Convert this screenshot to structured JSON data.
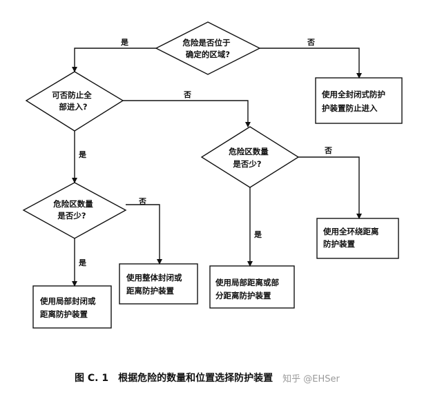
{
  "nodes": {
    "d1": {
      "lines": [
        "危险是否位于",
        "确定的区域?"
      ]
    },
    "d2": {
      "lines": [
        "可否防止全",
        "部进入?"
      ]
    },
    "d3": {
      "lines": [
        "危险区数量",
        "是否少?"
      ]
    },
    "d4": {
      "lines": [
        "危险区数量",
        "是否少?"
      ]
    },
    "b1": {
      "lines": [
        "使用全封闭式防护",
        "护装置防止进入"
      ]
    },
    "b2": {
      "lines": [
        "使用全环绕距离",
        "防护装置"
      ]
    },
    "b3": {
      "lines": [
        "使用局部封闭或",
        "距离防护装置"
      ]
    },
    "b4": {
      "lines": [
        "使用整体封闭或",
        "距离防护装置"
      ]
    },
    "b5": {
      "lines": [
        "使用局部距离或部",
        "分距离防护装置"
      ]
    }
  },
  "edge_labels": {
    "d1_yes": "是",
    "d1_no": "否",
    "d2_yes": "是",
    "d2_no": "否",
    "d3_yes": "是",
    "d3_no": "否",
    "d4_yes": "是",
    "d4_no": "否"
  },
  "caption": {
    "figure_no": "图 C. 1",
    "title": "根据危险的数量和位置选择防护装置"
  },
  "watermark": "知乎 @EHSer"
}
